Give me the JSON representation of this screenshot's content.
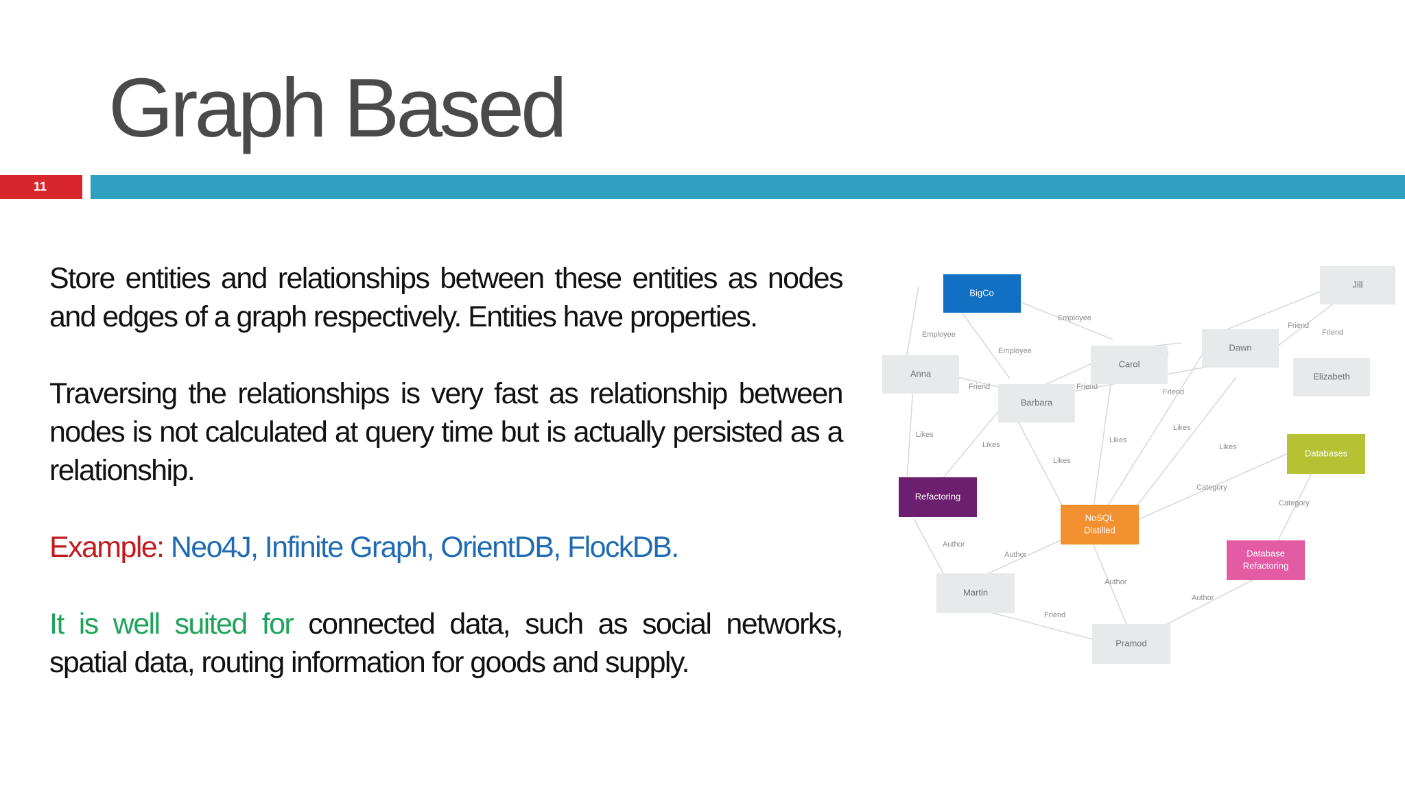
{
  "slide": {
    "title": "Graph Based",
    "number": "11"
  },
  "body": {
    "p1": "Store entities and relationships between these entities as nodes and edges of a graph respectively. Entities have properties.",
    "p2": "Traversing the relationships is very fast as relationship between nodes is not calculated at query time but is actually persisted as a relationship.",
    "example_label": "Example:",
    "example_list": "Neo4J, Infinite Graph, OrientDB, FlockDB.",
    "suited_lead": "It is well suited for",
    "suited_rest": "connected data, such as social networks, spatial data, routing information for goods and supply."
  },
  "colors": {
    "title": "#4a4a4a",
    "number_bar": "#d9262c",
    "accent_bar": "#2e9fbf",
    "example_label": "#c01b1f",
    "example_list": "#1f6bb3",
    "suited_lead": "#1ea45a"
  },
  "diagram": {
    "nodes": {
      "bigco": "BigCo",
      "jill": "Jill",
      "anna": "Anna",
      "carol": "Carol",
      "dawn": "Dawn",
      "elizabeth": "Elizabeth",
      "barbara": "Barbara",
      "databases": "Databases",
      "refactoring": "Refactoring",
      "nosql_line1": "NoSQL",
      "nosql_line2": "Distilled",
      "dbref_line1": "Database",
      "dbref_line2": "Refactoring",
      "martin": "Martin",
      "pramod": "Pramod"
    },
    "edges": {
      "employee": "Employee",
      "friend": "Friend",
      "likes": "Likes",
      "category": "Category",
      "author": "Author"
    },
    "node_colors": {
      "bigco": "#1270c4",
      "refactoring": "#6b1f6e",
      "nosql": "#f3902f",
      "databases": "#b6c233",
      "dbref": "#e35ba3",
      "person": "#e8e9ea"
    }
  }
}
